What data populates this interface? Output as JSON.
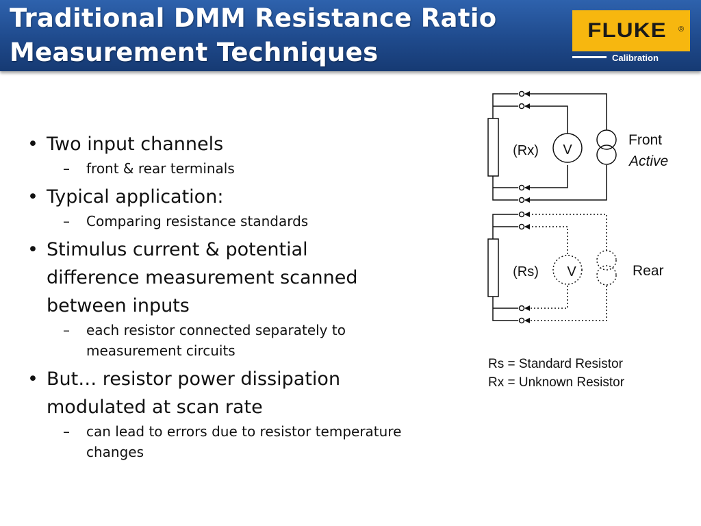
{
  "header": {
    "title_line1": "Traditional DMM Resistance Ratio",
    "title_line2": "Measurement Techniques",
    "logo_word": "FLUKE",
    "logo_reg": "®",
    "logo_sub": "Calibration"
  },
  "bullets": [
    {
      "text": "Two input channels",
      "sub": [
        "front & rear terminals"
      ]
    },
    {
      "text": "Typical application:",
      "sub": [
        "Comparing resistance standards"
      ]
    },
    {
      "text_lines": [
        "Stimulus current & potential",
        "difference measurement scanned",
        "between inputs"
      ],
      "sub_lines": [
        "each resistor connected separately to",
        "measurement circuits"
      ]
    },
    {
      "text_lines": [
        "But… resistor power dissipation",
        "modulated at scan rate"
      ],
      "sub_lines": [
        "can lead to errors due to resistor temperature",
        "changes"
      ]
    }
  ],
  "diagram": {
    "front": {
      "resistor": "(Rx)",
      "meter": "V",
      "label": "Front",
      "state": "Active"
    },
    "rear": {
      "resistor": "(Rs)",
      "meter": "V",
      "label": "Rear"
    }
  },
  "legend": [
    "Rs = Standard Resistor",
    "Rx = Unknown Resistor"
  ],
  "colors": {
    "header": "#1f4a8c",
    "logo_bg": "#f7b70f"
  }
}
